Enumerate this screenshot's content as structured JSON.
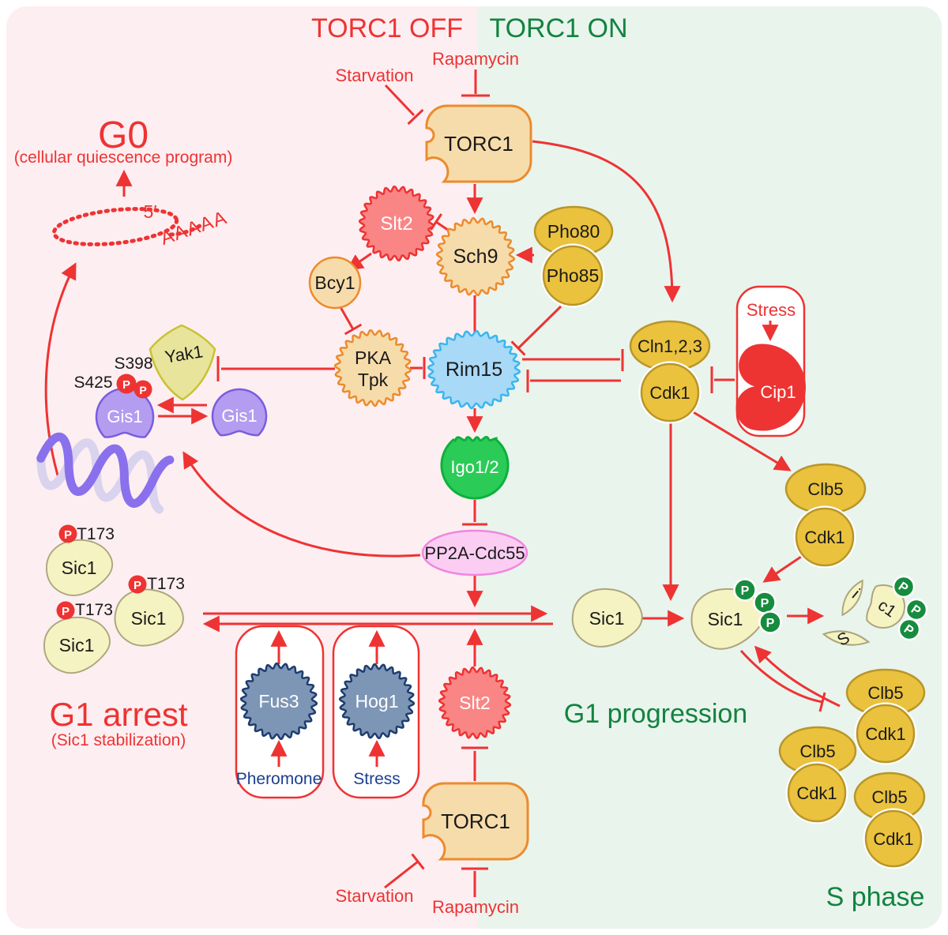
{
  "palette": {
    "accent_red": "#ee3333",
    "deep_green": "#12833f",
    "navy": "#1c3f8f",
    "bg_pink": "#fdeef1",
    "bg_green": "#e9f4ed",
    "gold_fill": "#eac23e",
    "gold_border": "#b8962a",
    "peach_fill": "#f7dcab",
    "orange_border": "#ec8b2d",
    "salmon_fill": "#fa8585",
    "red_border": "#ee3333",
    "blue_fill": "#a8d9f7",
    "blue_border": "#38b6ee",
    "purple_fill": "#b49df0",
    "purple_border": "#7a5ce0",
    "green_fill": "#2bcb57",
    "green_border": "#0eb03c",
    "pink_fill": "#fbcdf2",
    "pink_border": "#f086e0",
    "slate_fill": "#7e96b5",
    "slate_border": "#1d3c70",
    "khaki_fill": "#e9e49c",
    "khaki_border": "#c9c233",
    "pebble_fill": "#f6f3c3",
    "pebble_border": "#aca67d",
    "p_green": "#168c3e",
    "dna_purple": "#8a70ec",
    "dna_silver": "#d9d3ee"
  },
  "headers": {
    "torc1_off": "TORC1 OFF",
    "torc1_on": "TORC1 ON"
  },
  "signals": {
    "rapamycin": "Rapamycin",
    "starvation": "Starvation",
    "stress": "Stress",
    "pheromone": "Pheromone"
  },
  "nodes": {
    "torc1": "TORC1",
    "slt2": "Slt2",
    "sch9": "Sch9",
    "pho80": "Pho80",
    "pho85": "Pho85",
    "bcy1": "Bcy1",
    "pka": "PKA",
    "tpk": "Tpk",
    "rim15": "Rim15",
    "yak1": "Yak1",
    "gis1": "Gis1",
    "igo12": "Igo1/2",
    "pp2a_cdc55": "PP2A-Cdc55",
    "cln123": "Cln1,2,3",
    "cdk1": "Cdk1",
    "clb5": "Clb5",
    "cip1": "Cip1",
    "fus3": "Fus3",
    "hog1": "Hog1",
    "sic1": "Sic1"
  },
  "phospho": {
    "p": "P",
    "t173": "T173",
    "s398": "S398",
    "s425": "S425"
  },
  "mrna": {
    "five_prime": "5′",
    "poly_a": "AAAAA"
  },
  "fragments": {
    "f_s": "S",
    "f_i": "i",
    "f_c1": "c1"
  },
  "states": {
    "g0": "G0",
    "g0_sub": "(cellular quiescence program)",
    "g1_arrest": "G1 arrest",
    "g1_arrest_sub": "(Sic1 stabilization)",
    "g1_progression": "G1 progression",
    "s_phase": "S phase"
  }
}
